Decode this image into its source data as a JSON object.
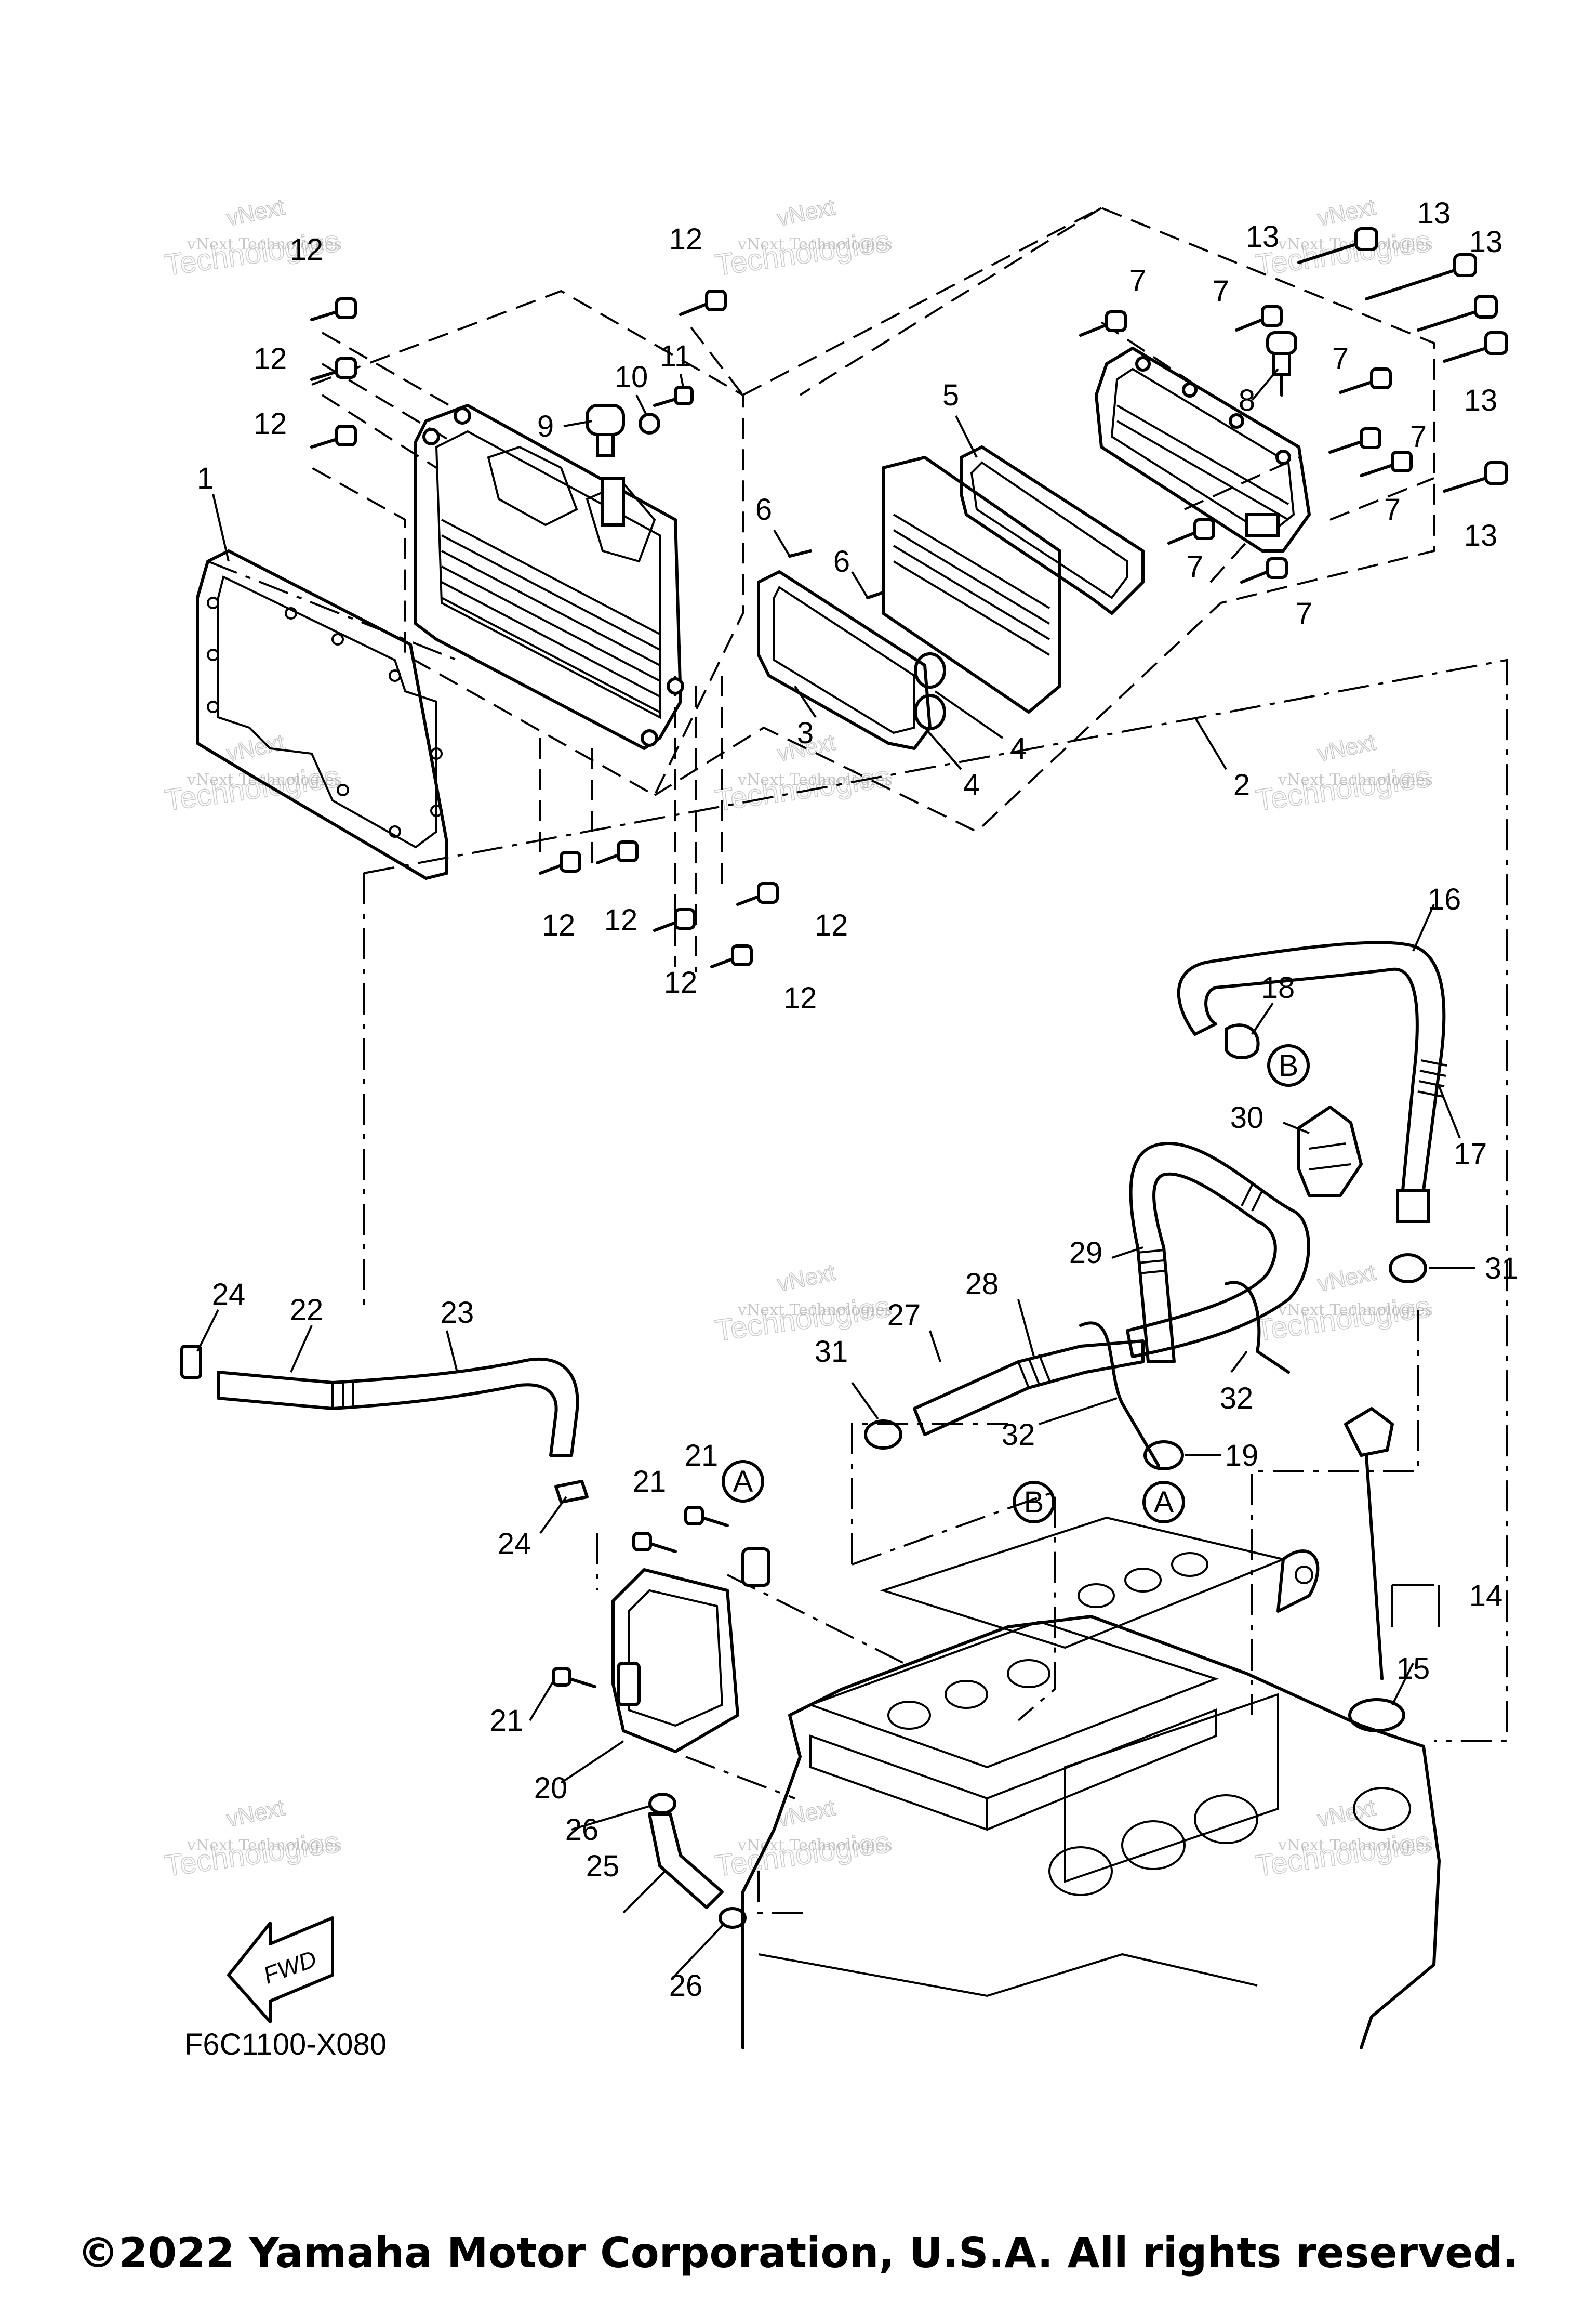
{
  "diagram": {
    "reference_code": "F6C1100-X080",
    "copyright": "©2022 Yamaha Motor Corporation, U.S.A. All rights reserved.",
    "fwd_label": "FWD",
    "circle_tags": [
      "A",
      "B"
    ],
    "watermark": {
      "line1": "vNext",
      "line2": "Technologies"
    },
    "callouts": [
      "1",
      "2",
      "3",
      "4",
      "5",
      "6",
      "7",
      "8",
      "9",
      "10",
      "11",
      "12",
      "13",
      "14",
      "15",
      "16",
      "17",
      "18",
      "19",
      "20",
      "21",
      "22",
      "23",
      "24",
      "25",
      "26",
      "27",
      "28",
      "29",
      "30",
      "31",
      "32"
    ]
  }
}
